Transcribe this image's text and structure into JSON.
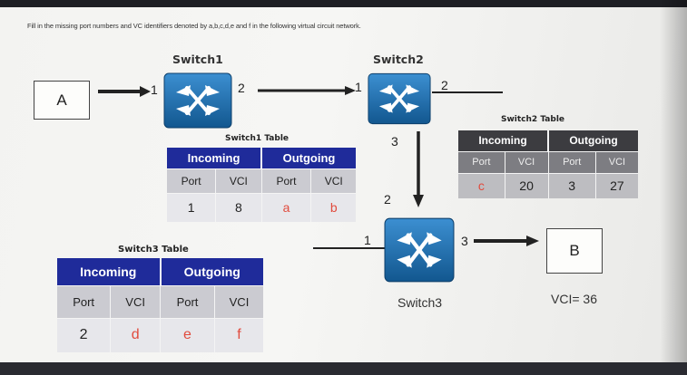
{
  "question": "Fill in the missing port numbers and VC identifiers denoted by a,b,c,d,e and f in the following virtual circuit network.",
  "hosts": {
    "a": "A",
    "b": "B"
  },
  "switches": {
    "s1": "Switch1",
    "s2": "Switch2",
    "s3": "Switch3"
  },
  "ports": {
    "s1_in": "1",
    "s1_out": "2",
    "s2_in": "1",
    "s2_out_right": "2",
    "s2_out_down": "3",
    "s3_in_top": "2",
    "s3_in_left": "1",
    "s3_out": "3"
  },
  "vci_b": "VCI= 36",
  "tables": {
    "switch1": {
      "caption": "Switch1 Table",
      "incoming": "Incoming",
      "outgoing": "Outgoing",
      "headers": [
        "Port",
        "VCI",
        "Port",
        "VCI"
      ],
      "row": [
        "1",
        "8",
        "a",
        "b"
      ]
    },
    "switch2": {
      "caption": "Switch2 Table",
      "incoming": "Incoming",
      "outgoing": "Outgoing",
      "headers": [
        "Port",
        "VCI",
        "Port",
        "VCI"
      ],
      "row": [
        "c",
        "20",
        "3",
        "27"
      ]
    },
    "switch3": {
      "caption": "Switch3 Table",
      "incoming": "Incoming",
      "outgoing": "Outgoing",
      "headers": [
        "Port",
        "VCI",
        "Port",
        "VCI"
      ],
      "row": [
        "2",
        "d",
        "e",
        "f"
      ]
    }
  },
  "colors": {
    "table_header": "#1f2b9a",
    "switch_blue": "#1a6fb5",
    "unknown_red": "#e14b3d"
  }
}
